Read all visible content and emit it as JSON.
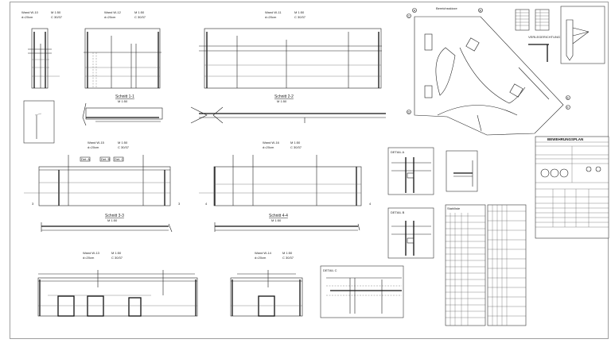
{
  "walls": [
    {
      "id": "w10",
      "title": "Wand W-10",
      "scale": "M 1:50",
      "thickness": "d=20cm",
      "concrete": "C 30/37"
    },
    {
      "id": "w12",
      "title": "Wand W-12",
      "scale": "M 1:50",
      "thickness": "d=20cm",
      "concrete": "C 30/37"
    },
    {
      "id": "w11",
      "title": "Wand W-11",
      "scale": "M 1:50",
      "thickness": "d=20cm",
      "concrete": "C 30/37"
    },
    {
      "id": "w15",
      "title": "Wand W-15",
      "scale": "M 1:50",
      "thickness": "d=20cm",
      "concrete": "C 30/37"
    },
    {
      "id": "w16",
      "title": "Wand W-16",
      "scale": "M 1:50",
      "thickness": "d=20cm",
      "concrete": "C 30/37"
    },
    {
      "id": "w13",
      "title": "Wand W-13",
      "scale": "M 1:50",
      "thickness": "d=20cm",
      "concrete": "C 30/37"
    },
    {
      "id": "w14",
      "title": "Wand W-14",
      "scale": "M 1:50",
      "thickness": "d=20cm",
      "concrete": "C 30/37"
    }
  ],
  "sections": [
    {
      "title": "Schnitt 1-1",
      "scale": "M 1:50"
    },
    {
      "title": "Schnitt 2-2",
      "scale": "M 1:50"
    },
    {
      "title": "Schnitt 3-3",
      "scale": "M 1:50"
    },
    {
      "title": "Schnitt 4-4",
      "scale": "M 1:50"
    }
  ],
  "details": {
    "a": "DETAIL A",
    "b": "DETAIL B",
    "c": "DETAIL C",
    "det_labels": [
      "Det. A",
      "Det. B",
      "Det. C"
    ]
  },
  "plan": {
    "title": "Bereichsskizze",
    "direction": "VERLEGERICHTUNG",
    "axes": [
      "A",
      "B",
      "C",
      "D",
      "E",
      "F"
    ]
  },
  "legend_box": {
    "title": "Stahlliste"
  },
  "title_block": {
    "header": "BEWEHRUNGSPLAN"
  },
  "markers": {
    "cut3": "3",
    "cut4": "4"
  }
}
